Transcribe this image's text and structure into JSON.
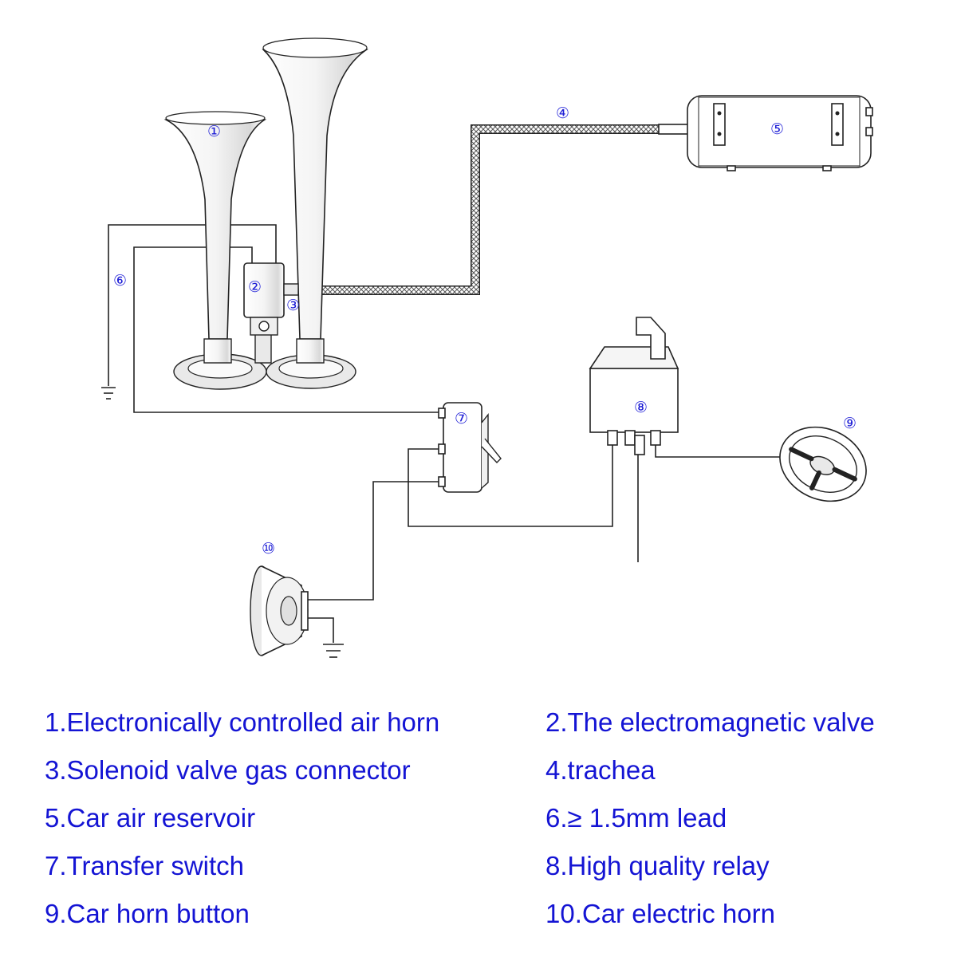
{
  "callouts": {
    "c1": "①",
    "c2": "②",
    "c3": "③",
    "c4": "④",
    "c5": "⑤",
    "c6": "⑥",
    "c7": "⑦",
    "c8": "⑧",
    "c9": "⑨",
    "c10": "⑩"
  },
  "legend": {
    "left": [
      "1.Electronically controlled air horn",
      "3.Solenoid valve gas connector",
      "5.Car air reservoir",
      "7.Transfer switch",
      "9.Car horn button"
    ],
    "right": [
      "2.The electromagnetic valve",
      "4.trachea",
      "6.≥ 1.5mm lead",
      "8.High quality relay",
      "10.Car electric horn"
    ]
  },
  "colors": {
    "label_blue": "#1414d4",
    "line": "#222222"
  }
}
